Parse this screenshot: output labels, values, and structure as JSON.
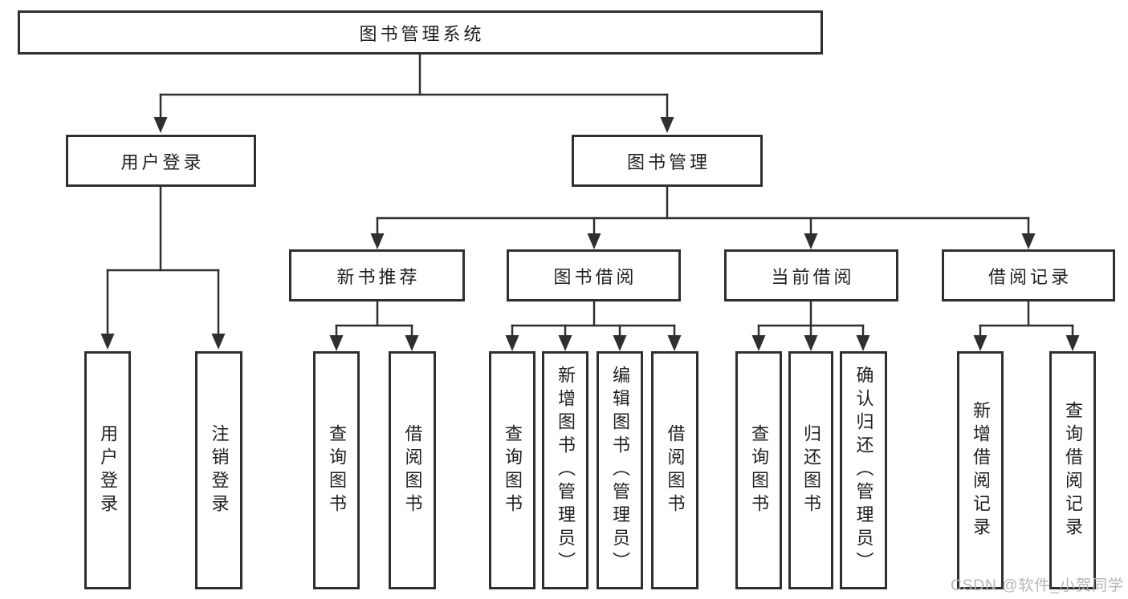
{
  "diagram": {
    "root": "图书管理系统",
    "branches": {
      "user_login": {
        "label": "用户登录",
        "children": {
          "login": "用户登录",
          "logout": "注销登录"
        }
      },
      "book_mgmt": {
        "label": "图书管理",
        "children": {
          "new_book_rec": {
            "label": "新书推荐",
            "children": {
              "query_book": "查询图书",
              "borrow_book": "借阅图书"
            }
          },
          "book_borrow": {
            "label": "图书借阅",
            "children": {
              "query_book": "查询图书",
              "add_book": "新增图书（管理员）",
              "edit_book": "编辑图书（管理员）",
              "borrow_book": "借阅图书"
            }
          },
          "current_borrow": {
            "label": "当前借阅",
            "children": {
              "query_book": "查询图书",
              "return_book": "归还图书",
              "confirm_return": "确认归还（管理员）"
            }
          },
          "borrow_records": {
            "label": "借阅记录",
            "children": {
              "add_record": "新增借阅记录",
              "query_record": "查询借阅记录"
            }
          }
        }
      }
    }
  },
  "watermark": "CSDN @软件_小贺同学",
  "colors": {
    "line": "#2f2f2f",
    "text": "#1f1f1f",
    "watermark": "#b5b5b5",
    "background": "#ffffff"
  }
}
